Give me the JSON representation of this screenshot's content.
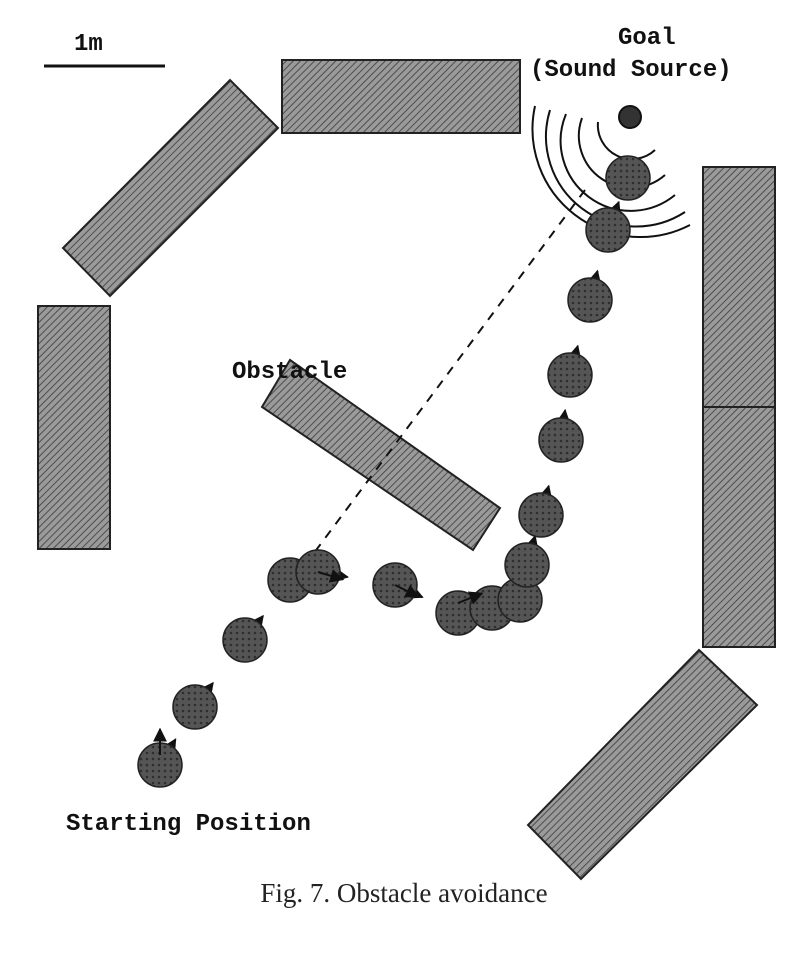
{
  "labels": {
    "scale": "1m",
    "goal_line1": "Goal",
    "goal_line2": "(Sound Source)",
    "obstacle": "Obstacle",
    "start": "Starting Position"
  },
  "caption": "Fig. 7.  Obstacle avoidance",
  "colors": {
    "wall_fill": "#8a8a8a",
    "robot_fill": "#4a4a4a",
    "ink": "#111111"
  }
}
